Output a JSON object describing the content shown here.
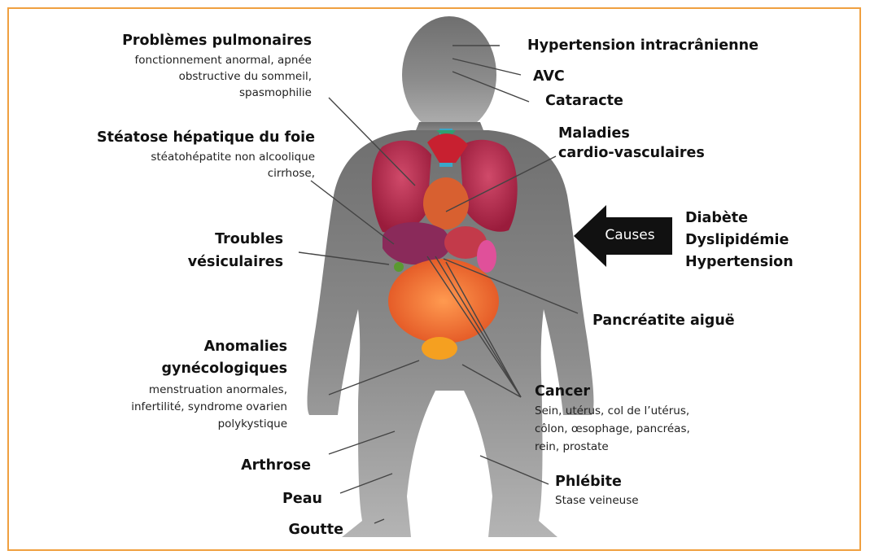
{
  "labels": {
    "pulmonary_title": "Problèmes pulmonaires",
    "pulmonary_desc_1": "fonctionnement anormal, apnée",
    "pulmonary_desc_2": "obstructive du sommeil,",
    "pulmonary_desc_3": "spasmophilie",
    "liver_title": "Stéatose hépatique du foie",
    "liver_desc_1": "stéatohépatite non alcoolique",
    "liver_desc_2": "cirrhose,",
    "gallbladder_1": "Troubles",
    "gallbladder_2": "vésiculaires",
    "gyneco_1": "Anomalies",
    "gyneco_2": "gynécologiques",
    "gyneco_desc_1": "menstruation anormales,",
    "gyneco_desc_2": "infertilité, syndrome ovarien",
    "gyneco_desc_3": "polykystique",
    "arthrose": "Arthrose",
    "peau": "Peau",
    "goutte": "Goutte",
    "intracranial": "Hypertension intracrânienne",
    "avc": "AVC",
    "cataracte": "Cataracte",
    "cardio_1": "Maladies",
    "cardio_2": "cardio-vasculaires",
    "causes_arrow": "Causes",
    "cause_1": "Diabète",
    "cause_2": "Dyslipidémie",
    "cause_3": "Hypertension",
    "pancreatitis": "Pancréatite aiguë",
    "cancer_title": "Cancer",
    "cancer_desc_1": "Sein, utérus, col de l’utérus,",
    "cancer_desc_2": "côlon, œsophage, pancréas,",
    "cancer_desc_3": "rein, prostate",
    "phlebite_title": "Phlébite",
    "phlebite_desc": "Stase veineuse"
  },
  "colors": {
    "frame": "#f0a040",
    "silhouette": "#8f8f8f",
    "lungs": "#b8284a",
    "liver": "#8a2a5a",
    "intestines": "#e8642a",
    "bladder": "#f5a020",
    "arrow": "#111111"
  }
}
